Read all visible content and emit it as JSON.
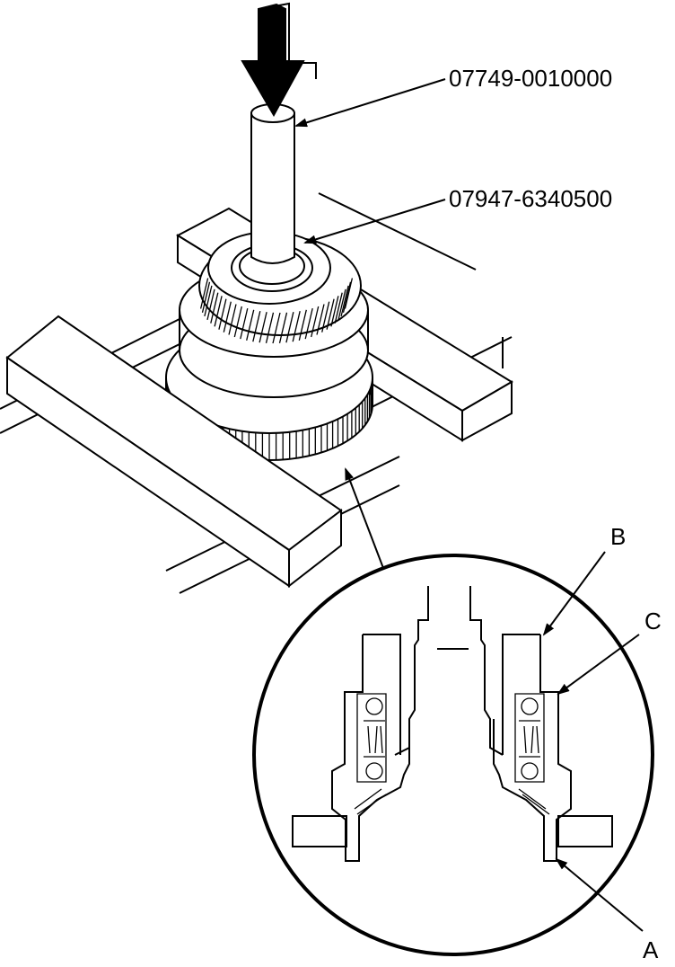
{
  "callouts": {
    "tool_1": "07749-0010000",
    "tool_2": "07947-6340500",
    "part_a": "A",
    "part_b": "B",
    "part_c": "C"
  }
}
